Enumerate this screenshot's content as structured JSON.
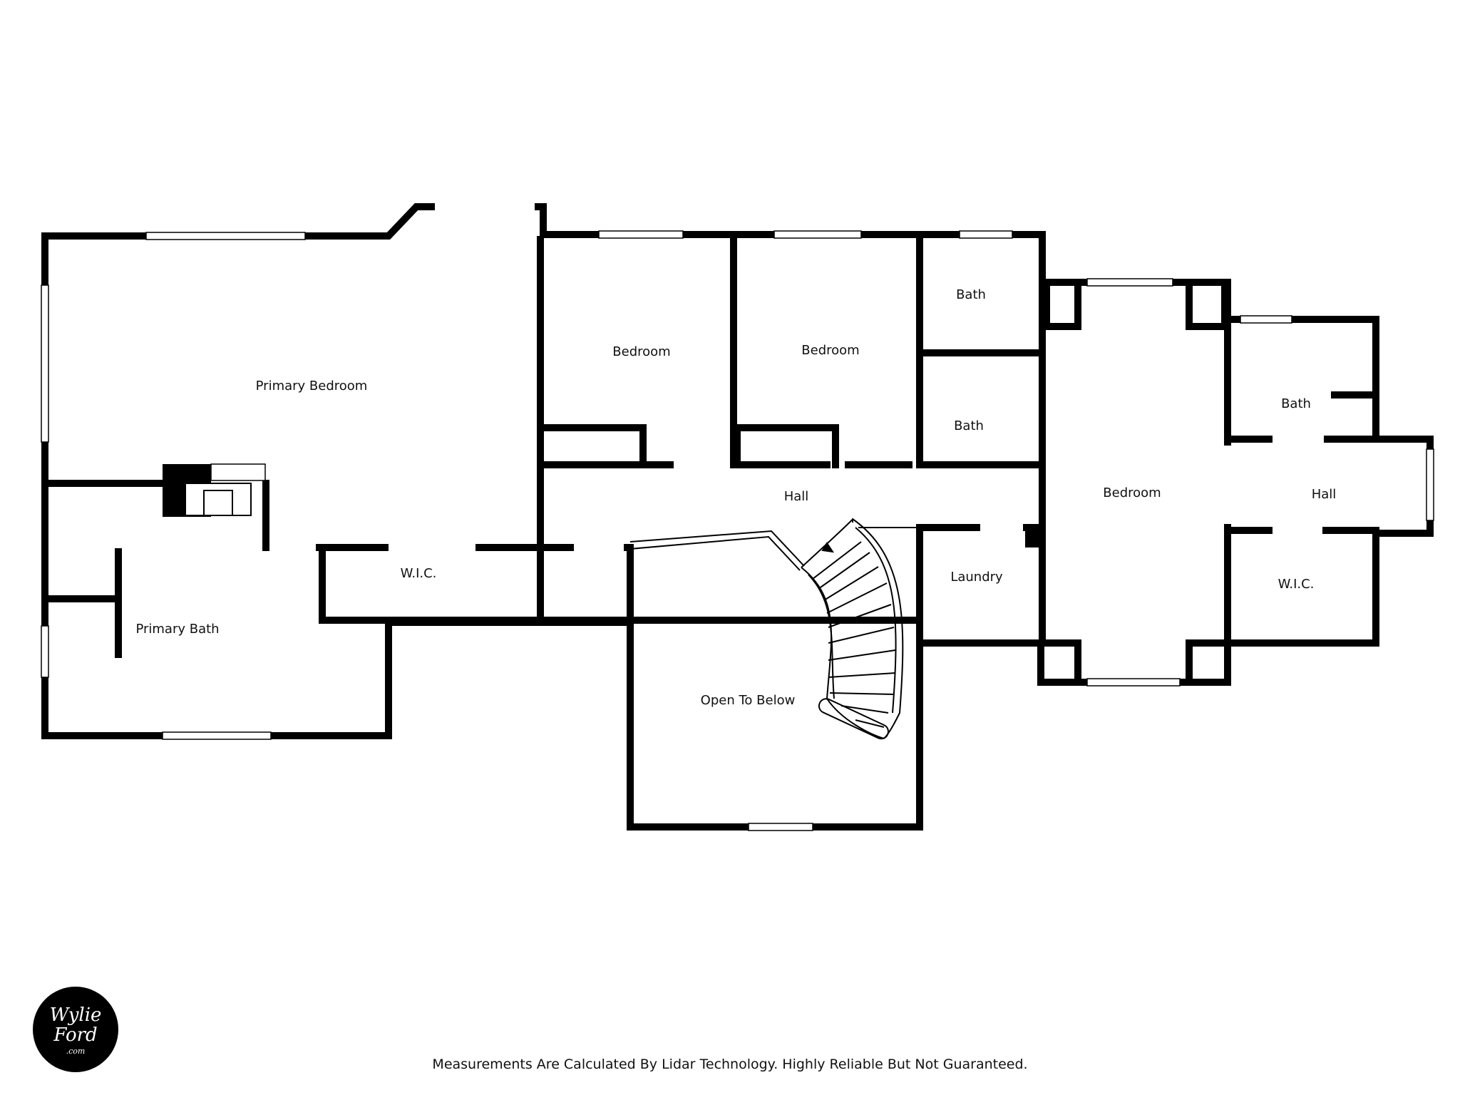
{
  "rooms": {
    "primary_bedroom": "Primary Bedroom",
    "primary_bath": "Primary Bath",
    "wic_primary": "W.I.C.",
    "bedroom_1": "Bedroom",
    "bedroom_2": "Bedroom",
    "bath_1": "Bath",
    "bath_2": "Bath",
    "hall_main": "Hall",
    "open_to_below": "Open To Below",
    "laundry": "Laundry",
    "bedroom_east": "Bedroom",
    "bath_east": "Bath",
    "hall_east": "Hall",
    "wic_east": "W.I.C."
  },
  "footer": {
    "disclaimer": "Measurements Are Calculated By Lidar Technology. Highly Reliable But Not Guaranteed."
  },
  "logo": {
    "line1": "Wylie",
    "line2": "Ford",
    "line3": ".com"
  },
  "colors": {
    "wall": "#000000",
    "background": "#ffffff"
  }
}
